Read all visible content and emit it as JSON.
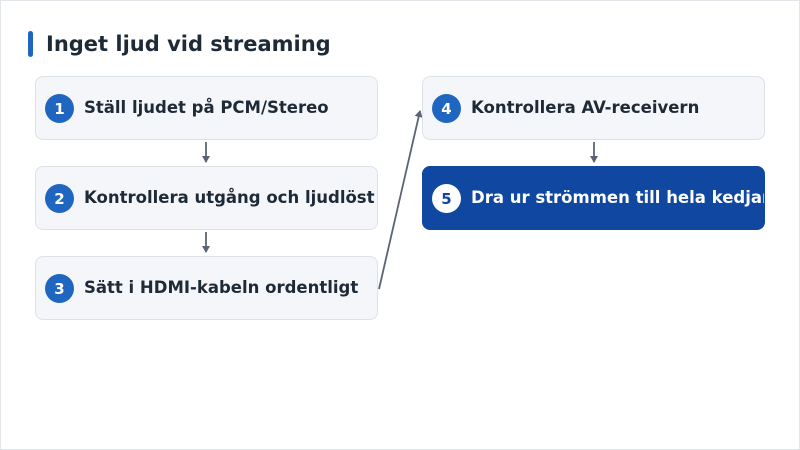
{
  "title": "Inget ljud vid streaming",
  "steps": [
    {
      "number": "1",
      "label": "Ställ ljudet på PCM/Stereo"
    },
    {
      "number": "2",
      "label": "Kontrollera utgång och ljudlöst"
    },
    {
      "number": "3",
      "label": "Sätt i HDMI-kabeln ordentligt"
    },
    {
      "number": "4",
      "label": "Kontrollera AV-receivern"
    },
    {
      "number": "5",
      "label": "Dra ur strömmen till hela kedjan"
    }
  ],
  "colors": {
    "accent": "#1f66c1",
    "highlight": "#0f47a1",
    "card_bg": "#f4f6f9",
    "arrow": "#5b6472"
  }
}
